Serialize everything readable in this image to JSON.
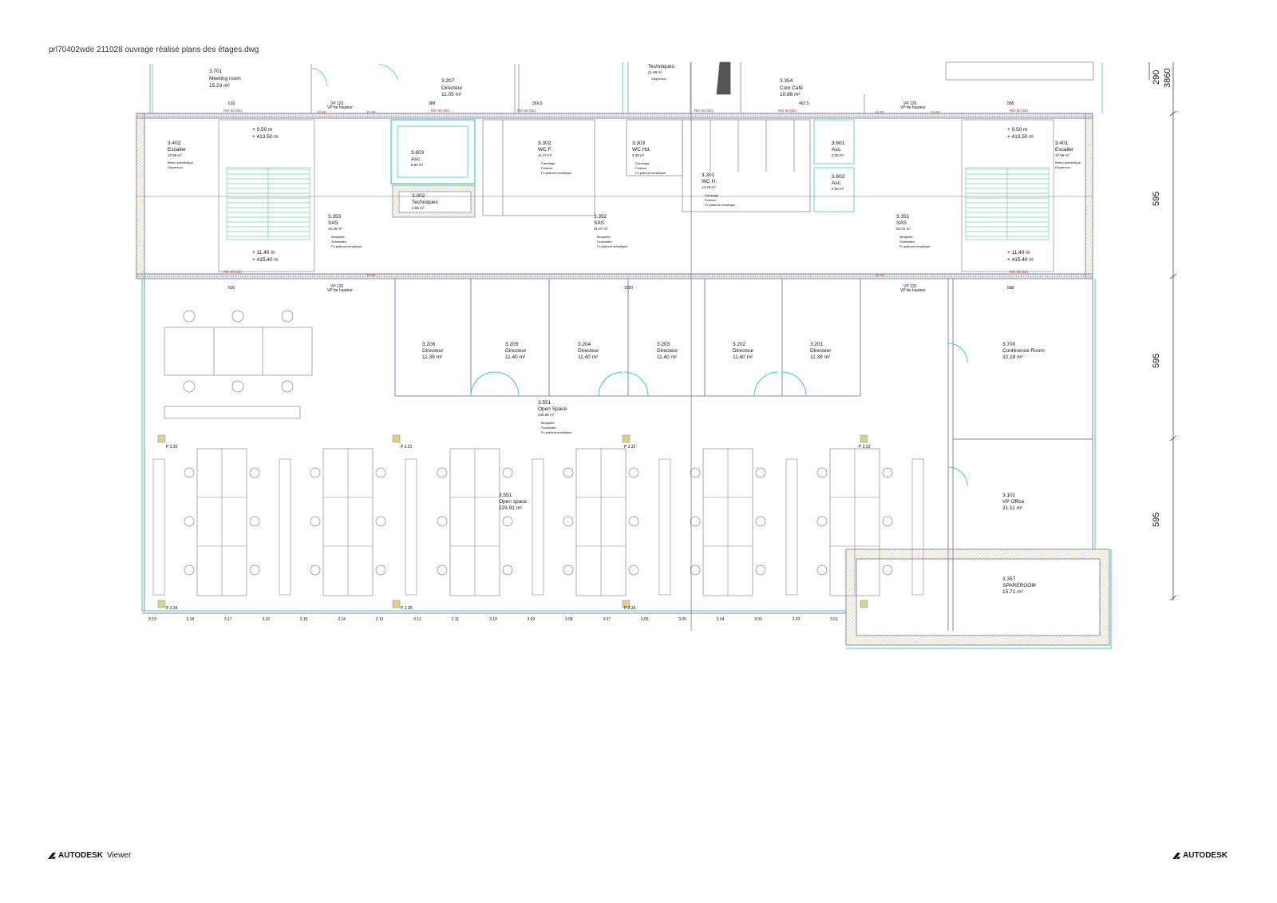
{
  "document": {
    "file_title": "prl70402wde 211028 ouvrage réalisé plans des étages.dwg"
  },
  "footer": {
    "left_brand": "AUTODESK",
    "left_product": "Viewer",
    "right_brand": "AUTODESK"
  },
  "dimensions_right": {
    "d290": "290",
    "d3860": "3860",
    "d595a": "595",
    "d595b": "595",
    "d595c": "595"
  },
  "rooms": {
    "r3701": {
      "num": "3.701",
      "name": "Meeting room",
      "area": "15.23 m²"
    },
    "r3207": {
      "num": "3.207",
      "name": "Directeur",
      "area": "11.05 m²"
    },
    "r3354": {
      "num": "3.354",
      "name": "Coin Café",
      "area": "10.86 m²"
    },
    "rtech": {
      "name": "Techniques",
      "area": "21.86 m²"
    },
    "r3402": {
      "num": "3.402",
      "name": "Escalier",
      "area": "17.96 m²"
    },
    "r3603": {
      "num": "3.603",
      "name": "Asc.",
      "area": "6.82 m²"
    },
    "r3302": {
      "num": "3.302",
      "name": "WC F.",
      "area": "11.17 m²"
    },
    "r3303": {
      "num": "3.303",
      "name": "WC Hd.",
      "area": "3.48 m²"
    },
    "r3301": {
      "num": "3.301",
      "name": "WC H.",
      "area": "14.33 m²"
    },
    "r3601": {
      "num": "3.601",
      "name": "Asc.",
      "area": "2.05 m²"
    },
    "r3602": {
      "num": "3.602",
      "name": "Asc.",
      "area": "2.05 m²"
    },
    "r3401": {
      "num": "3.401",
      "name": "Escalier",
      "area": "17.96 m²"
    },
    "r3002": {
      "num": "3.002",
      "name": "Techniques",
      "area": "3.86 m²"
    },
    "r3353": {
      "num": "3.353",
      "name": "SAS",
      "area": "15.36 m²"
    },
    "r3352": {
      "num": "3.352",
      "name": "SAS",
      "area": "41.87 m²"
    },
    "r3351": {
      "num": "3.351",
      "name": "SAS",
      "area": "20.41 m²"
    },
    "r3206": {
      "num": "3.206",
      "name": "Directeur",
      "area": "11.39 m²"
    },
    "r3205": {
      "num": "3.205",
      "name": "Directeur",
      "area": "11.40 m²"
    },
    "r3204": {
      "num": "3.204",
      "name": "Directeur",
      "area": "11.40 m²"
    },
    "r3203": {
      "num": "3.203",
      "name": "Directeur",
      "area": "11.40 m²"
    },
    "r3202": {
      "num": "3.202",
      "name": "Directeur",
      "area": "11.40 m²"
    },
    "r3201": {
      "num": "3.201",
      "name": "Directeur",
      "area": "11.39 m²"
    },
    "r3700": {
      "num": "3.700",
      "name": "Conférence Room",
      "area": "32.18 m²"
    },
    "r3551a": {
      "num": "3.551",
      "name": "Open Space",
      "area": "446.88 m²"
    },
    "r3551b": {
      "num": "3.551",
      "name": "Open space",
      "area": "225.91 m²"
    },
    "r3101": {
      "num": "3.101",
      "name": "VP Office",
      "area": "21.11 m²"
    },
    "r3357": {
      "num": "3.357",
      "name": "SPAREROOM",
      "area": "15.71 m²"
    }
  },
  "levels": {
    "left_top_a": "+ 9.50 m",
    "left_top_b": "+ 413.50 m",
    "left_bot_a": "+ 11.40 m",
    "left_bot_b": "+ 415.40 m",
    "right_top_a": "+ 9.50 m",
    "right_top_b": "+ 413.50 m",
    "right_bot_a": "+ 11.40 m",
    "right_bot_b": "+ 415.40 m"
  },
  "finishes": {
    "stair_a": "Béton préfabriqué",
    "stair_b": "Dispersion",
    "sas_a": "Moquette",
    "sas_b": "Scandatex",
    "sas_c": "Fx-plafond métallique",
    "wc_a": "Carrelage",
    "wc_b": "Faïence",
    "wc_c": "Fx-plafond métallique",
    "tech_a": "Dispersion",
    "dash": "-"
  },
  "pillars": {
    "p30": "P 3.30",
    "p31": "P 3.31",
    "p32": "P 3.32",
    "p33": "P 3.33",
    "p34": "P 3.34",
    "p35": "P 3.35",
    "p36": "P 3.36"
  },
  "axes_bottom": [
    "3.19",
    "3.18",
    "3.17",
    "3.16",
    "3.15",
    "3.14",
    "3.13",
    "3.12",
    "3.11",
    "3.10",
    "3.09",
    "3.08",
    "3.07",
    "3.06",
    "3.05",
    "3.04",
    "3.03",
    "3.02",
    "3.01"
  ],
  "dims_top": {
    "d616": "616",
    "d388": "388",
    "d3695": "369.5",
    "d4625": "462.5",
    "d588": "588",
    "d600": "600",
    "d1020": "1020",
    "vp120a": "VP 120",
    "vp120b": "VP 120",
    "vp120c": "VP 120",
    "vp120d": "VP 120",
    "vpsub": "VP tte hauteur"
  },
  "red_labels": {
    "rei60": "REI 60 (bb)",
    "ei60": "EI 60"
  },
  "colors": {
    "wall": "#8a8aa0",
    "wall_fill": "#d9d9e4",
    "hatch": "#c9b98a",
    "cyan": "#3fc9c0",
    "green": "#6fd39a",
    "red": "#e0201b",
    "line": "#777"
  }
}
